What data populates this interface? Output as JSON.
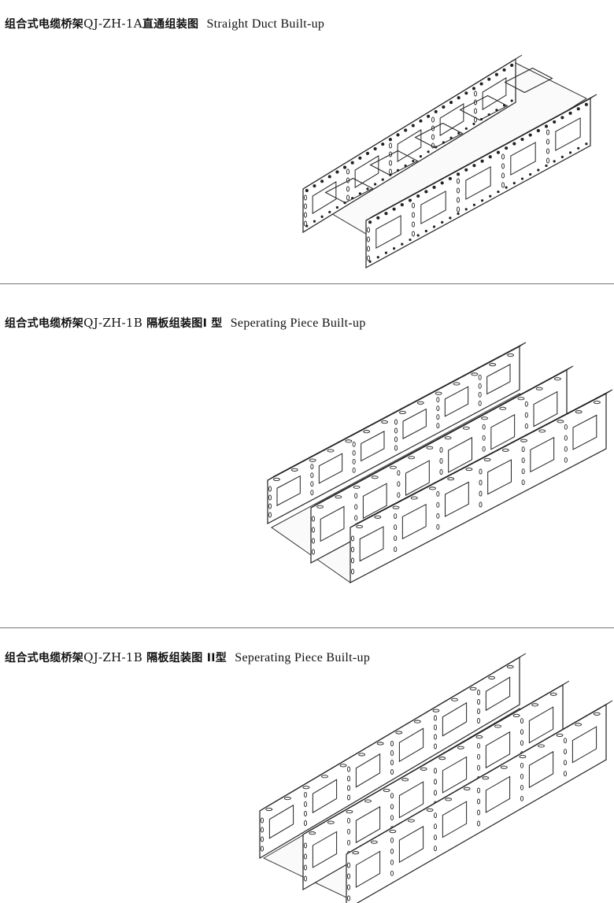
{
  "sections": [
    {
      "title_cn": "组合式电缆桥架",
      "model": "QJ-ZH-1A",
      "title_cn2": "直通组装图",
      "title_en": "Straight Duct Built-up",
      "drawing": "perforated-tray-straight"
    },
    {
      "title_cn": "组合式电缆桥架",
      "model": "QJ-ZH-1B",
      "title_cn2": "隔板组装图I 型",
      "title_en": "Seperating Piece  Built-up",
      "drawing": "tray-with-separator-type-1"
    },
    {
      "title_cn": "组合式电缆桥架",
      "model": "QJ-ZH-1B",
      "title_cn2": "隔板组装图 II型",
      "title_en": "Seperating Piece  Built-up",
      "drawing": "tray-with-separator-type-2"
    }
  ]
}
